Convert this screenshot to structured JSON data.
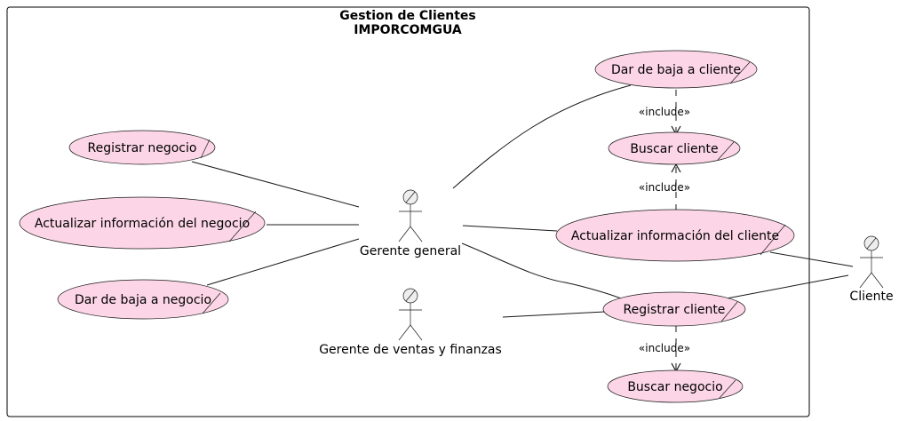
{
  "system": {
    "title_line1": "Gestion de Clientes",
    "title_line2": "IMPORCOMGUA"
  },
  "actors": {
    "gerente_general": "Gerente general",
    "gerente_ventas": "Gerente de ventas y finanzas",
    "cliente": "Cliente"
  },
  "use_cases": {
    "registrar_negocio": "Registrar negocio",
    "actualizar_negocio": "Actualizar información del negocio",
    "baja_negocio": "Dar de baja a negocio",
    "baja_cliente": "Dar de baja a cliente",
    "buscar_cliente": "Buscar cliente",
    "actualizar_cliente": "Actualizar información del cliente",
    "registrar_cliente": "Registrar cliente",
    "buscar_negocio": "Buscar negocio"
  },
  "relations": {
    "include_baja_cliente": "«include»",
    "include_actualizar_cliente": "«include»",
    "include_registrar_cliente": "«include»"
  },
  "colors": {
    "use_case_fill": "#fcd6e6",
    "line": "#181818",
    "actor_head": "#eeeeee"
  }
}
